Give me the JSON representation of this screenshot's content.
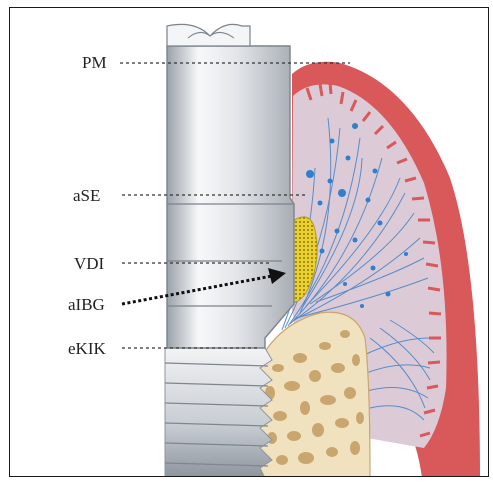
{
  "labels": {
    "pm": "PM",
    "ase": "aSE",
    "vdi": "VDI",
    "aibg": "aIBG",
    "ekik": "eKIK"
  },
  "colors": {
    "implant_light": "#eef0f2",
    "implant_shade": "#b9bec5",
    "gingiva_outer": "#d9585a",
    "gingiva_inner": "#dccbd6",
    "fibers": "#4a86c8",
    "vessel_dots": "#2e7fd0",
    "bone": "#f1e2bf",
    "bone_cavities": "#c9a66e",
    "plaque": "#e9cc2a"
  },
  "icons": [
    "implant-shape",
    "soft-tissue",
    "alveolar-bone",
    "plaque-zone"
  ]
}
